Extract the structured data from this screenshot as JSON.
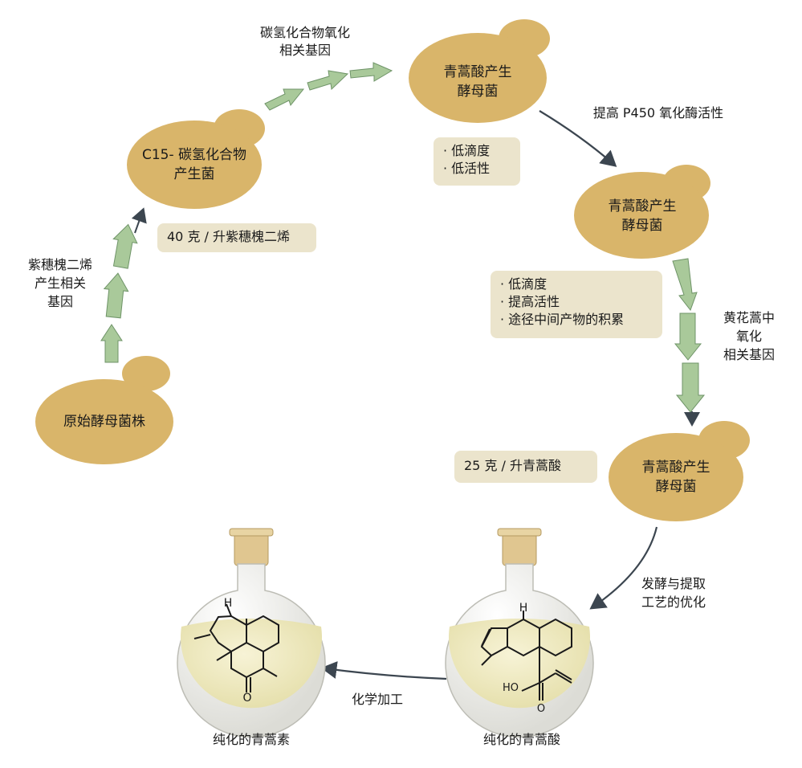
{
  "colors": {
    "yeast": "#d9b56a",
    "yeast_edge": "#c9a45a",
    "note_bg": "#ebe4cc",
    "gene_arrow": "#a9c99a",
    "gene_arrow_edge": "#6f9468",
    "flow_arrow": "#3c4650",
    "flask_glass": "#f3f3f0",
    "flask_liquid": "#f1ecc2",
    "cork": "#e0c690"
  },
  "cells": {
    "original": "原始酵母菌株",
    "c15_line1": "C15- 碳氢化合物",
    "c15_line2": "产生菌",
    "aa1_line1": "青蒿酸产生",
    "aa1_line2": "酵母菌",
    "aa2_line1": "青蒿酸产生",
    "aa2_line2": "酵母菌",
    "aa3_line1": "青蒿酸产生",
    "aa3_line2": "酵母菌"
  },
  "labels": {
    "amorphadiene_genes": [
      "紫穗槐二烯",
      "产生相关",
      "基因"
    ],
    "hydrocarbon_oxidation_genes": [
      "碳氢化合物氧化",
      "相关基因"
    ],
    "p450_boost": "提高 P450 氧化酶活性",
    "artemisia_oxidation_genes": [
      "黄花蒿中",
      "氧化",
      "相关基因"
    ],
    "fermentation_opt": [
      "发酵与提取",
      "工艺的优化"
    ],
    "chemical_processing": "化学加工",
    "flask_artemisinic_acid": "纯化的青蒿酸",
    "flask_artemisinin": "纯化的青蒿素"
  },
  "notes": {
    "amorphadiene_titer": "40 克 / 升紫穗槐二烯",
    "stage1_issues": [
      "· 低滴度",
      "· 低活性"
    ],
    "stage2_issues": [
      "· 低滴度",
      "· 提高活性",
      "· 途径中间产物的积累"
    ],
    "aa_titer": "25 克 / 升青蒿酸"
  },
  "molecule_text": {
    "h": "H",
    "ho": "HO",
    "o": "O"
  }
}
